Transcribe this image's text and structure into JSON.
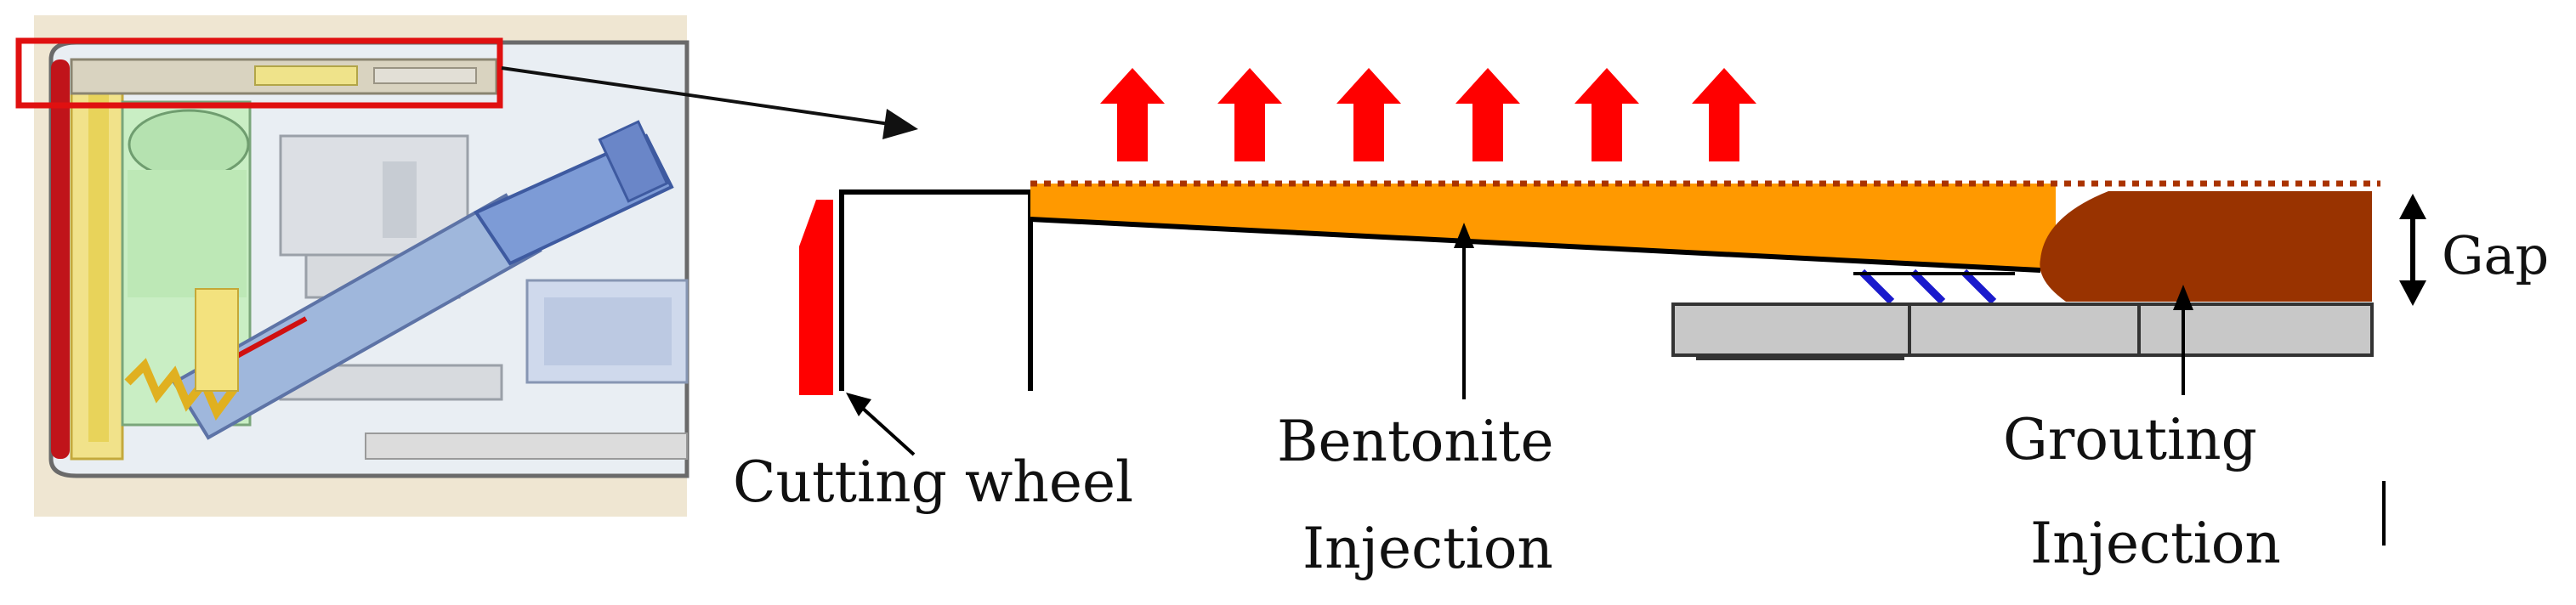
{
  "colors": {
    "red": "#ff0000",
    "orange": "#ff9900",
    "grout_brown": "#993300",
    "segment_grey": "#c8c8c8",
    "brush_blue": "#1a1acc",
    "frame_red": "#e01010",
    "machine_bg": "#efe6d2"
  },
  "icons": {
    "arrow": "up-arrow-icon",
    "gap": "double-arrow-icon"
  },
  "labels": {
    "cutting_wheel": "Cutting wheel",
    "bentonite_line1": "Bentonite",
    "bentonite_line2": "Injection",
    "grouting_line1": "Grouting",
    "grouting_line2": "Injection",
    "gap": "Gap"
  }
}
